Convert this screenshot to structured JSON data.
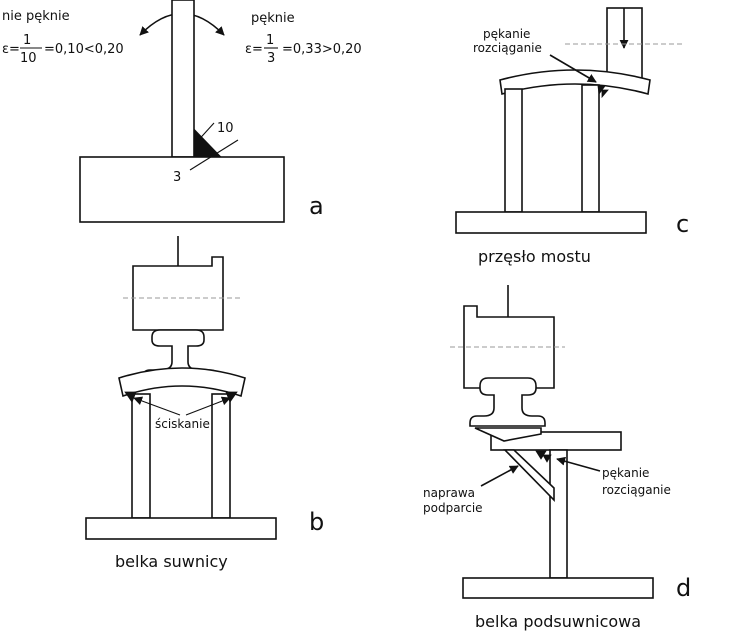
{
  "colors": {
    "ink": "#111111",
    "hidden_line": "#9a9a9a",
    "background": "#ffffff"
  },
  "panel_a": {
    "label": "a",
    "left_text": "nie pęknie",
    "right_text": "pęknie",
    "left_formula": {
      "prefix": "ε=",
      "numerator": "1",
      "denominator": "10",
      "suffix": "=0,10<0,20"
    },
    "right_formula": {
      "prefix": "ε=",
      "numerator": "1",
      "denominator": "3",
      "suffix": "=0,33>0,20"
    },
    "dim_10": "10",
    "dim_3": "3"
  },
  "panel_b": {
    "label": "b",
    "annotation": "ściskanie",
    "caption": "belka suwnicy"
  },
  "panel_c": {
    "label": "c",
    "annotation_line1": "pękanie",
    "annotation_line2": "rozciąganie",
    "caption": "przęsło mostu"
  },
  "panel_d": {
    "label": "d",
    "left_annotation_line1": "naprawa",
    "left_annotation_line2": "podparcie",
    "right_annotation_line1": "pękanie",
    "right_annotation_line2": "rozciąganie",
    "caption": "belka podsuwnicowa"
  }
}
